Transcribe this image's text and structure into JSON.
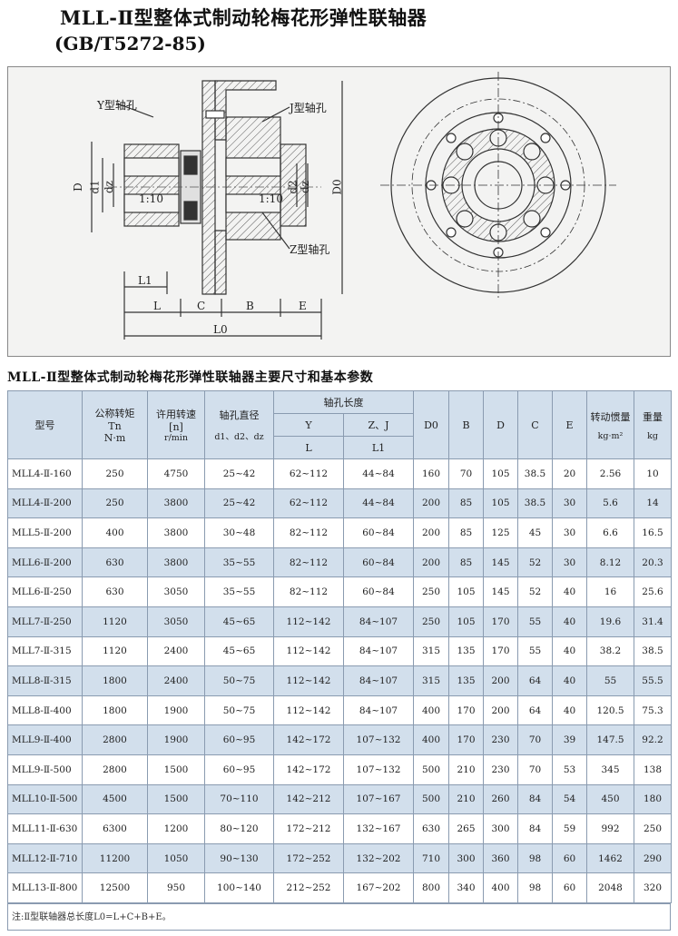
{
  "header": {
    "title": "MLL-Ⅱ型整体式制动轮梅花形弹性联轴器",
    "standard": "(GB/T5272-85)"
  },
  "drawing": {
    "labels": {
      "y_hole": "Y型轴孔",
      "j_hole": "J型轴孔",
      "z_hole": "Z型轴孔",
      "d_outer": "D",
      "d1": "d1",
      "dz_left": "dz",
      "dz_right": "dz",
      "d2": "d2",
      "d0": "D0",
      "taper_left": "1:10",
      "taper_right": "1:10",
      "l1": "L1",
      "l": "L",
      "c": "C",
      "b": "B",
      "e": "E",
      "l0": "L0"
    }
  },
  "table": {
    "section_title": "MLL-Ⅱ型整体式制动轮梅花形弹性联轴器主要尺寸和基本参数",
    "headers": {
      "model": "型号",
      "torque": "公称转矩",
      "torque_sym": "Tn",
      "torque_unit": "N·m",
      "speed": "许用转速",
      "speed_sym": "[n]",
      "speed_unit": "r/min",
      "bore": "轴孔直径",
      "bore_sub": "d1、d2、dz",
      "hole_len": "轴孔长度",
      "y": "Y",
      "zj": "Z、J",
      "l": "L",
      "l1": "L1",
      "d0": "D0",
      "b": "B",
      "d": "D",
      "c": "C",
      "e": "E",
      "inertia": "转动惯量",
      "inertia_unit": "kg·m²",
      "weight": "重量",
      "weight_unit": "kg"
    },
    "rows": [
      [
        "MLL4-Ⅱ-160",
        "250",
        "4750",
        "25~42",
        "62~112",
        "44~84",
        "160",
        "70",
        "105",
        "38.5",
        "20",
        "2.56",
        "10"
      ],
      [
        "MLL4-Ⅱ-200",
        "250",
        "3800",
        "25~42",
        "62~112",
        "44~84",
        "200",
        "85",
        "105",
        "38.5",
        "30",
        "5.6",
        "14"
      ],
      [
        "MLL5-Ⅱ-200",
        "400",
        "3800",
        "30~48",
        "82~112",
        "60~84",
        "200",
        "85",
        "125",
        "45",
        "30",
        "6.6",
        "16.5"
      ],
      [
        "MLL6-Ⅱ-200",
        "630",
        "3800",
        "35~55",
        "82~112",
        "60~84",
        "200",
        "85",
        "145",
        "52",
        "30",
        "8.12",
        "20.3"
      ],
      [
        "MLL6-Ⅱ-250",
        "630",
        "3050",
        "35~55",
        "82~112",
        "60~84",
        "250",
        "105",
        "145",
        "52",
        "40",
        "16",
        "25.6"
      ],
      [
        "MLL7-Ⅱ-250",
        "1120",
        "3050",
        "45~65",
        "112~142",
        "84~107",
        "250",
        "105",
        "170",
        "55",
        "40",
        "19.6",
        "31.4"
      ],
      [
        "MLL7-Ⅱ-315",
        "1120",
        "2400",
        "45~65",
        "112~142",
        "84~107",
        "315",
        "135",
        "170",
        "55",
        "40",
        "38.2",
        "38.5"
      ],
      [
        "MLL8-Ⅱ-315",
        "1800",
        "2400",
        "50~75",
        "112~142",
        "84~107",
        "315",
        "135",
        "200",
        "64",
        "40",
        "55",
        "55.5"
      ],
      [
        "MLL8-Ⅱ-400",
        "1800",
        "1900",
        "50~75",
        "112~142",
        "84~107",
        "400",
        "170",
        "200",
        "64",
        "40",
        "120.5",
        "75.3"
      ],
      [
        "MLL9-Ⅱ-400",
        "2800",
        "1900",
        "60~95",
        "142~172",
        "107~132",
        "400",
        "170",
        "230",
        "70",
        "39",
        "147.5",
        "92.2"
      ],
      [
        "MLL9-Ⅱ-500",
        "2800",
        "1500",
        "60~95",
        "142~172",
        "107~132",
        "500",
        "210",
        "230",
        "70",
        "53",
        "345",
        "138"
      ],
      [
        "MLL10-Ⅱ-500",
        "4500",
        "1500",
        "70~110",
        "142~212",
        "107~167",
        "500",
        "210",
        "260",
        "84",
        "54",
        "450",
        "180"
      ],
      [
        "MLL11-Ⅱ-630",
        "6300",
        "1200",
        "80~120",
        "172~212",
        "132~167",
        "630",
        "265",
        "300",
        "84",
        "59",
        "992",
        "250"
      ],
      [
        "MLL12-Ⅱ-710",
        "11200",
        "1050",
        "90~130",
        "172~252",
        "132~202",
        "710",
        "300",
        "360",
        "98",
        "60",
        "1462",
        "290"
      ],
      [
        "MLL13-Ⅱ-800",
        "12500",
        "950",
        "100~140",
        "212~252",
        "167~202",
        "800",
        "340",
        "400",
        "98",
        "60",
        "2048",
        "320"
      ]
    ],
    "note": "注:Ⅱ型联轴器总长度L0=L+C+B+E。"
  },
  "colors": {
    "header_bg": "#d2dfec",
    "alt_row_bg": "#d2dfec",
    "border": "#8a9bb0",
    "drawing_bg": "#f3f3f2"
  }
}
